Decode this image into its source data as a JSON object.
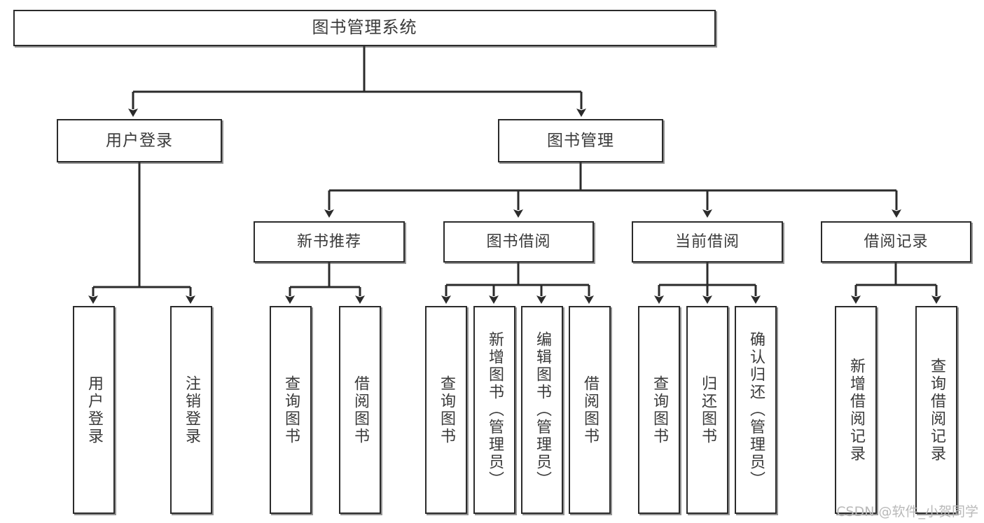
{
  "diagram": {
    "title": "图书管理系统",
    "type": "tree-hierarchy",
    "root": {
      "label": "图书管理系统"
    },
    "level2": [
      {
        "label": "用户登录"
      },
      {
        "label": "图书管理"
      }
    ],
    "level3": [
      {
        "label": "新书推荐"
      },
      {
        "label": "图书借阅"
      },
      {
        "label": "当前借阅"
      },
      {
        "label": "借阅记录"
      }
    ],
    "leaves": {
      "user_login": [
        {
          "label": "用户登录"
        },
        {
          "label": "注销登录"
        }
      ],
      "new_book_recommend": [
        {
          "label": "查询图书"
        },
        {
          "label": "借阅图书"
        }
      ],
      "book_borrow": [
        {
          "label": "查询图书"
        },
        {
          "label": "新增图书（管理员）"
        },
        {
          "label": "编辑图书（管理员）"
        },
        {
          "label": "借阅图书"
        }
      ],
      "current_borrow": [
        {
          "label": "查询图书"
        },
        {
          "label": "归还图书"
        },
        {
          "label": "确认归还（管理员）"
        }
      ],
      "borrow_record": [
        {
          "label": "新增借阅记录"
        },
        {
          "label": "查询借阅记录"
        }
      ]
    }
  },
  "watermark": {
    "text": "CSDN @软件_小贺同学"
  },
  "colors": {
    "box_border": "#2b2b2b",
    "box_fill": "#ffffff",
    "text": "#3a3a3a",
    "connector": "#2b2b2b",
    "watermark": "#b9b9b9"
  }
}
